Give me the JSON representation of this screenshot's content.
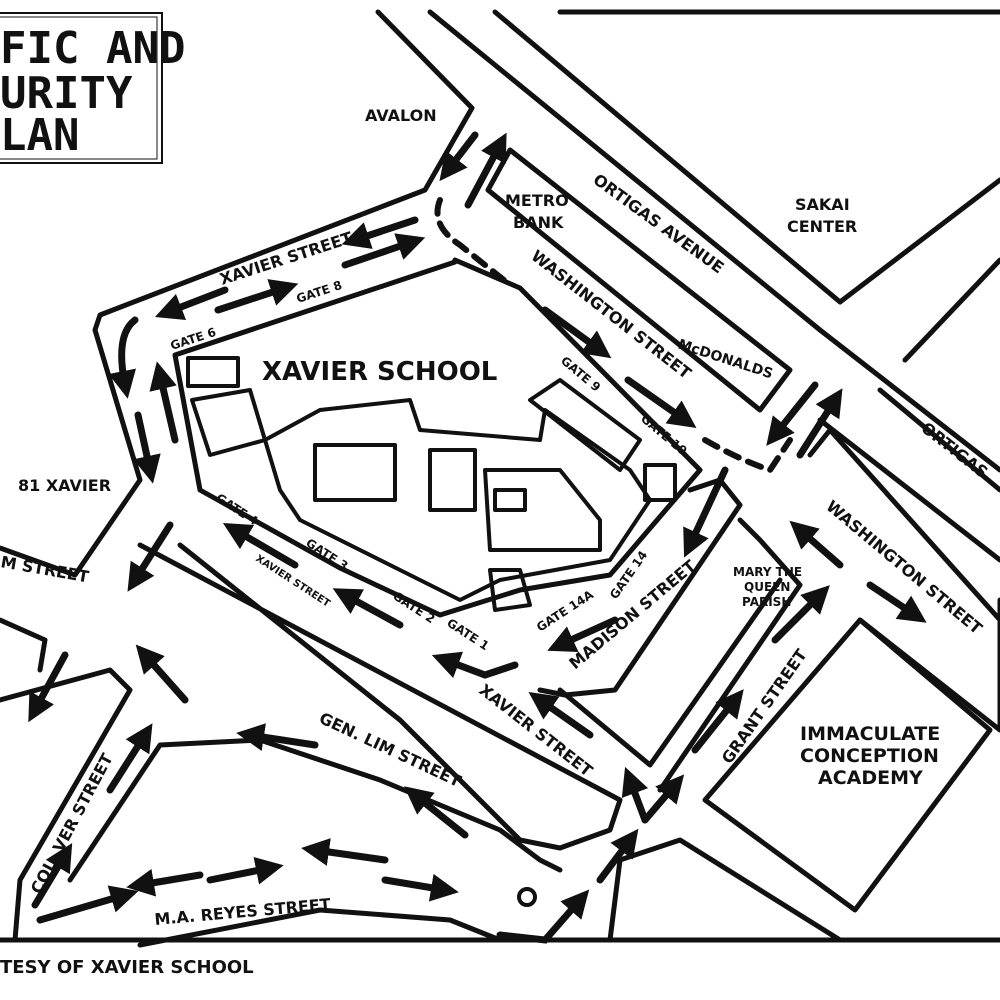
{
  "title": {
    "lines": [
      "FIC AND",
      "URITY",
      "LAN"
    ]
  },
  "places": {
    "avalon": "AVALON",
    "metrobank": [
      "METRO",
      "BANK"
    ],
    "sakai": [
      "SAKAI",
      "CENTER"
    ],
    "mcdonalds": "McDONALDS",
    "xavier_school": "XAVIER SCHOOL",
    "xavier81": "81 XAVIER",
    "parish": [
      "MARY THE",
      "QUEEN",
      "PARISH"
    ],
    "ica": [
      "IMMACULATE",
      "CONCEPTION",
      "ACADEMY"
    ]
  },
  "streets": {
    "ortigas_avenue": "ORTIGAS AVENUE",
    "ortigas_right": "ORTIGAS",
    "washington_top": "WASHINGTON STREET",
    "washington_right": "WASHINGTON STREET",
    "xavier_top": "XAVIER STREET",
    "xavier_mid": "XAVIER STREET",
    "xavier_bottom": "XAVIER STREET",
    "lim_left": "M STREET",
    "madison": "MADISON STREET",
    "grant": "GRANT STREET",
    "gen_lim": "GEN. LIM STREET",
    "col_ver": "COL. VER STREET",
    "ma_reyes": "M.A. REYES STREET"
  },
  "gates": {
    "g1": "GATE 1",
    "g2": "GATE 2",
    "g3": "GATE 3",
    "g4": "GATE 4",
    "g6": "GATE 6",
    "g8": "GATE 8",
    "g9": "GATE 9",
    "g10": "GATE 10",
    "g14": "GATE 14",
    "g14a": "GATE 14A"
  },
  "footer": "TESY OF XAVIER SCHOOL"
}
